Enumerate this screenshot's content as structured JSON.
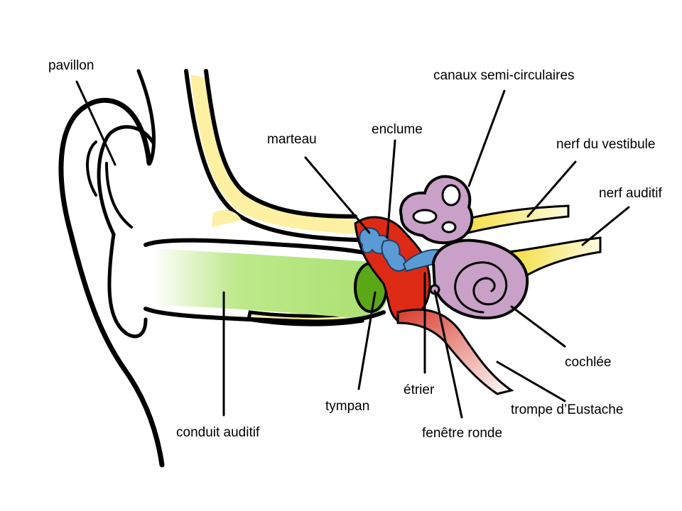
{
  "labels": {
    "pavillon": "pavillon",
    "conduit_auditif": "conduit auditif",
    "tympan": "tympan",
    "marteau": "marteau",
    "enclume": "enclume",
    "etrier": "étrier",
    "fenetre_ronde": "fenêtre ronde",
    "canaux_semi_circulaires": "canaux semi-circulaires",
    "nerf_du_vestibule": "nerf du vestibule",
    "nerf_auditif": "nerf auditif",
    "cochlee": "cochlée",
    "trompe_d_eustache": "trompe d’Eustache"
  },
  "colors": {
    "outer_tissue": "#ffffff",
    "bone": "#fef0a2",
    "ear_canal": "#a8e070",
    "eardrum": "#5aa818",
    "middle_ear": "#dd2a14",
    "ossicles": "#5b9bd5",
    "inner_ear": "#c9a0c8",
    "nerves": "#f5e050",
    "eustachian_tube": "#e86a5a",
    "outline": "#000000"
  }
}
